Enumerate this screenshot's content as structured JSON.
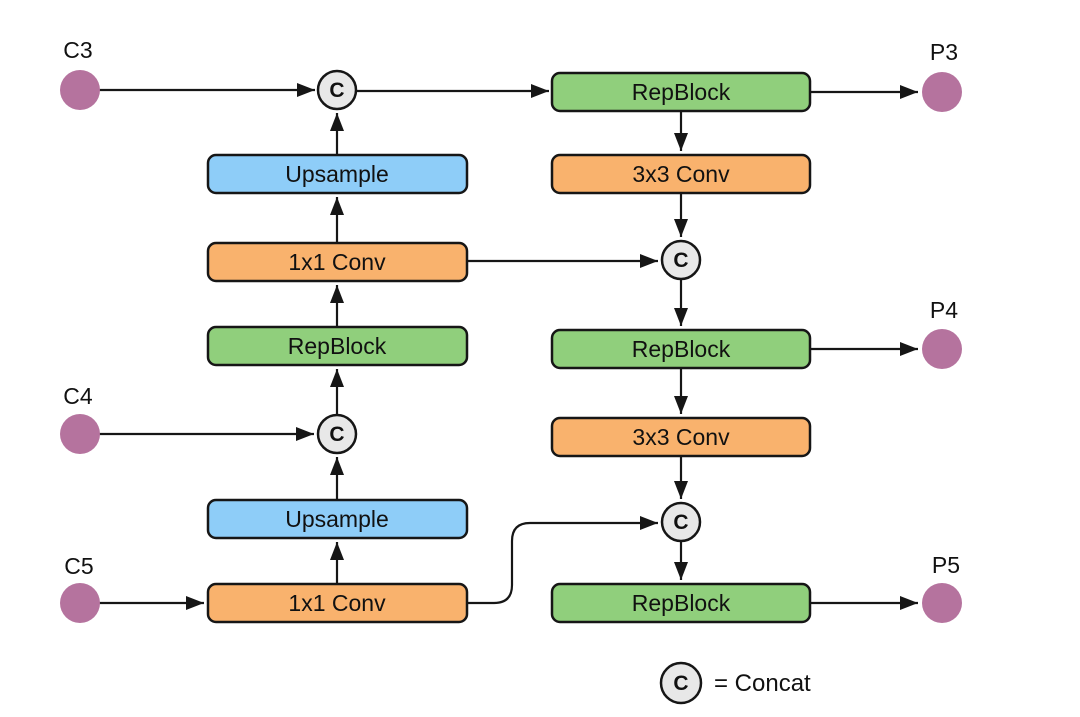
{
  "palette": {
    "box_green": "#90cf7c",
    "box_orange": "#f9b26d",
    "box_blue": "#8ecdf8",
    "node_purple": "#b5739e",
    "concat_fill": "#e8e8e8",
    "line": "#161616",
    "text": "#111111",
    "background": "#ffffff"
  },
  "nodes": {
    "inputs": [
      {
        "label": "C3"
      },
      {
        "label": "C4"
      },
      {
        "label": "C5"
      }
    ],
    "outputs": [
      {
        "label": "P3"
      },
      {
        "label": "P4"
      },
      {
        "label": "P5"
      }
    ]
  },
  "blocks": {
    "upsample_top": "Upsample",
    "conv_1x1_mid": "1x1 Conv",
    "repblock_left": "RepBlock",
    "upsample_bottom": "Upsample",
    "conv_1x1_bottom": "1x1 Conv",
    "repblock_p3": "RepBlock",
    "conv_3x3_top": "3x3 Conv",
    "repblock_p4": "RepBlock",
    "conv_3x3_mid": "3x3 Conv",
    "repblock_p5": "RepBlock"
  },
  "concat_symbol": "C",
  "legend": {
    "symbol": "C",
    "equals_text": "= Concat"
  },
  "edges": [
    {
      "from": "C3",
      "to": "concat-top"
    },
    {
      "from": "concat-top",
      "to": "repblock-p3"
    },
    {
      "from": "repblock-p3",
      "to": "P3"
    },
    {
      "from": "repblock-p3",
      "to": "conv-3x3-top"
    },
    {
      "from": "conv-3x3-top",
      "to": "concat-p4"
    },
    {
      "from": "conv-1x1-mid",
      "to": "concat-p4"
    },
    {
      "from": "concat-p4",
      "to": "repblock-p4"
    },
    {
      "from": "repblock-p4",
      "to": "P4"
    },
    {
      "from": "repblock-p4",
      "to": "conv-3x3-mid"
    },
    {
      "from": "conv-3x3-mid",
      "to": "concat-p5"
    },
    {
      "from": "conv-1x1-bottom",
      "to": "concat-p5"
    },
    {
      "from": "concat-p5",
      "to": "repblock-p5"
    },
    {
      "from": "repblock-p5",
      "to": "P5"
    },
    {
      "from": "upsample-top",
      "to": "concat-top"
    },
    {
      "from": "conv-1x1-mid",
      "to": "upsample-top"
    },
    {
      "from": "repblock-left",
      "to": "conv-1x1-mid"
    },
    {
      "from": "concat-c4",
      "to": "repblock-left"
    },
    {
      "from": "C4",
      "to": "concat-c4"
    },
    {
      "from": "upsample-bottom",
      "to": "concat-c4"
    },
    {
      "from": "conv-1x1-bottom",
      "to": "upsample-bottom"
    },
    {
      "from": "C5",
      "to": "conv-1x1-bottom"
    }
  ]
}
